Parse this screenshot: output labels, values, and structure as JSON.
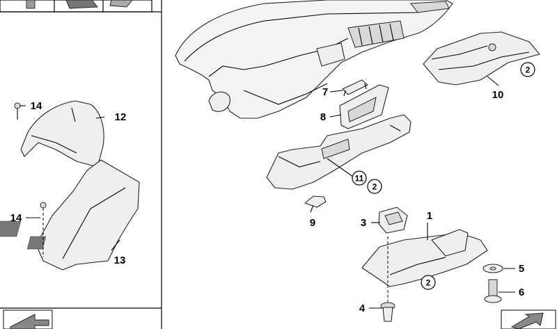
{
  "callouts": {
    "p1": "1",
    "p2a": "2",
    "p2b": "2",
    "p2c": "2",
    "p3": "3",
    "p4": "4",
    "p5": "5",
    "p6": "6",
    "p7": "7",
    "p8": "8",
    "p9": "9",
    "p10": "10",
    "p11": "11",
    "p12": "12",
    "p13": "13",
    "p14a": "14",
    "p14b": "14"
  }
}
